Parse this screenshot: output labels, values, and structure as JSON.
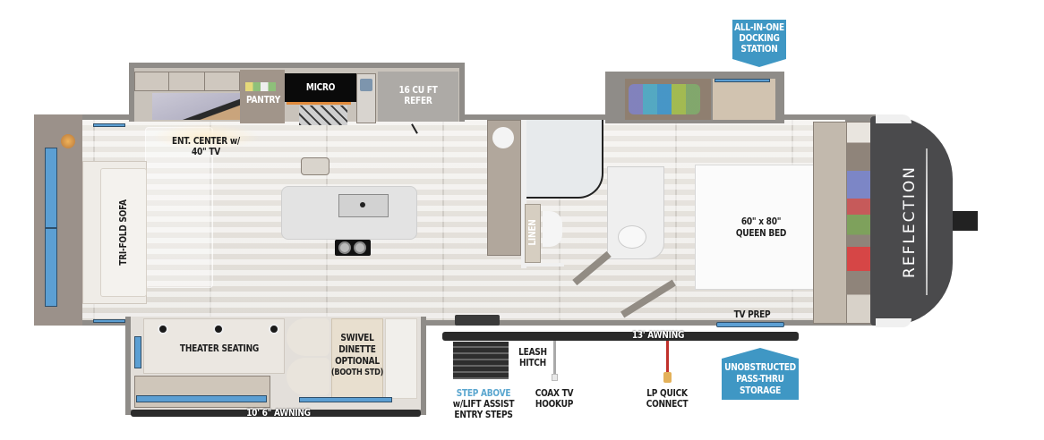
{
  "brand": "REFLECTION",
  "colors": {
    "callout_blue": "#3f97c4",
    "label_blue": "#5aa6cf",
    "wall_gray": "#8f8c88",
    "cap_dark": "#4a4a4c",
    "floor": "#e6e3de",
    "window_blue": "#5c9fd3",
    "lp_red": "#c0312b"
  },
  "rooms": {
    "entertainment": {
      "line1": "ENT. CENTER w/",
      "line2": "40\" TV"
    },
    "pantry": "PANTRY",
    "micro": "MICRO",
    "refer": {
      "line1": "16 CU FT",
      "line2": "REFER"
    },
    "sofa": "TRI-FOLD SOFA",
    "theater": "THEATER SEATING",
    "dinette": {
      "line1": "SWIVEL",
      "line2": "DINETTE",
      "line3": "OPTIONAL",
      "line4": "(BOOTH STD)"
    },
    "linen": "LINEN",
    "bed": {
      "line1": "60\" x 80\"",
      "line2": "QUEEN BED"
    },
    "tv_prep": "TV PREP"
  },
  "exterior": {
    "awning_main": "13' AWNING",
    "awning_slide": "10' 6\" AWNING",
    "leash": {
      "line1": "LEASH",
      "line2": "HITCH"
    },
    "coax": {
      "line1": "COAX TV",
      "line2": "HOOKUP"
    },
    "lp": {
      "line1": "LP QUICK",
      "line2": "CONNECT"
    },
    "steps": {
      "line1": "STEP ABOVE",
      "line2": "w/LIFT ASSIST",
      "line3": "ENTRY STEPS"
    }
  },
  "callouts": {
    "docking": {
      "line1": "ALL-IN-ONE",
      "line2": "DOCKING",
      "line3": "STATION"
    },
    "storage": {
      "line1": "UNOBSTRUCTED",
      "line2": "PASS-THRU",
      "line3": "STORAGE"
    }
  }
}
